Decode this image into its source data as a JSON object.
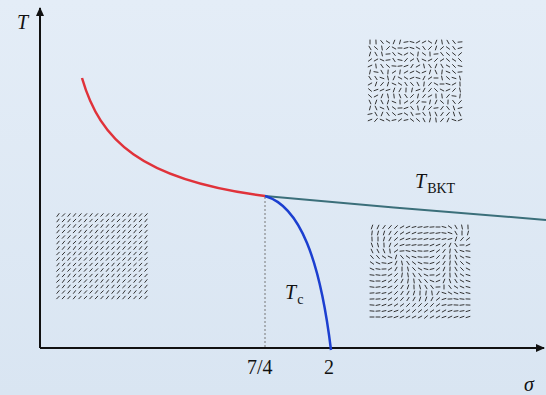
{
  "diagram": {
    "labels": [
      "T",
      "T",
      "BKT",
      "T",
      "c",
      "7/4",
      "2",
      "σ"
    ]
  }
}
